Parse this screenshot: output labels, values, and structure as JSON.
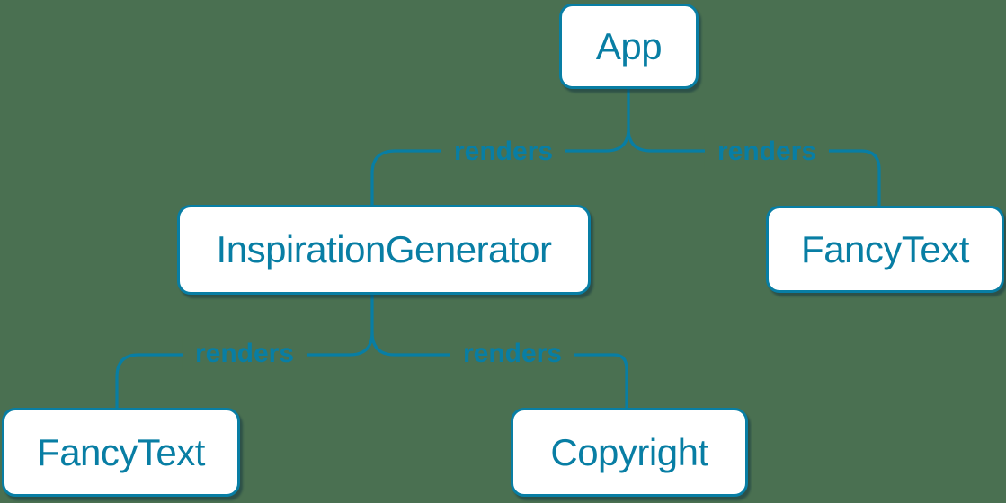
{
  "diagram": {
    "type": "tree",
    "description": "Component render tree",
    "background_color": "#4A7051",
    "accent_color": "#087EA4",
    "node_fill_color": "#FFFFFF",
    "nodes": [
      {
        "id": "app",
        "label": "App"
      },
      {
        "id": "inspiration-generator",
        "label": "InspirationGenerator"
      },
      {
        "id": "fancy-text-top",
        "label": "FancyText"
      },
      {
        "id": "fancy-text-bottom",
        "label": "FancyText"
      },
      {
        "id": "copyright",
        "label": "Copyright"
      }
    ],
    "edges": [
      {
        "from": "App",
        "to": "InspirationGenerator",
        "label": "renders"
      },
      {
        "from": "App",
        "to": "FancyText",
        "label": "renders"
      },
      {
        "from": "InspirationGenerator",
        "to": "FancyText",
        "label": "renders"
      },
      {
        "from": "InspirationGenerator",
        "to": "Copyright",
        "label": "renders"
      }
    ]
  }
}
